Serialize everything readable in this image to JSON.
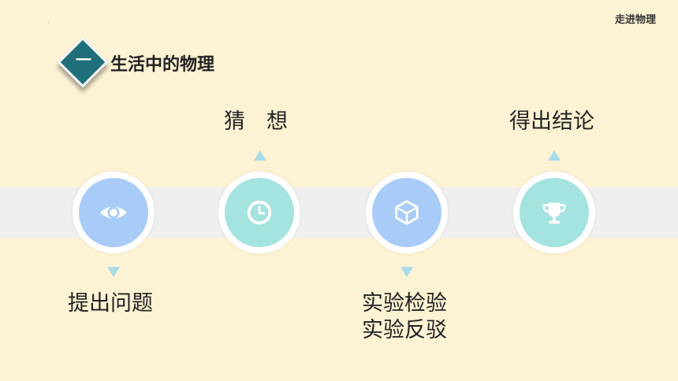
{
  "header": {
    "top_right": "走进物理",
    "dot": "."
  },
  "section": {
    "number": "一",
    "title": "生活中的物理"
  },
  "steps": [
    {
      "label": "提出问题",
      "icon": "eye-icon",
      "color": "#a8ccf7"
    },
    {
      "label": "猜　想",
      "icon": "clock-icon",
      "color": "#a4e3e0"
    },
    {
      "label_lines": [
        "实验检验",
        "实验反驳"
      ],
      "icon": "cube-icon",
      "color": "#a8ccf7"
    },
    {
      "label": "得出结论",
      "icon": "trophy-icon",
      "color": "#a4e3e0"
    }
  ]
}
